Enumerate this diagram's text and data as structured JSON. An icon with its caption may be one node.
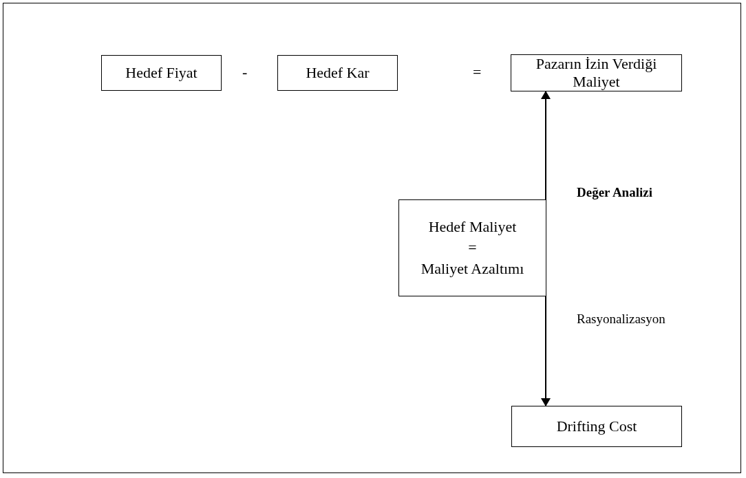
{
  "diagram": {
    "nodes": [
      {
        "text": [
          "Hedef Fiyat"
        ]
      },
      {
        "text": [
          "Hedef Kar"
        ]
      },
      {
        "text": [
          "Pazarın İzin Verdiği Maliyet"
        ]
      },
      {
        "text": [
          "Hedef Maliyet",
          "=",
          "Maliyet Azaltımı"
        ]
      },
      {
        "text": [
          "Drifting Cost"
        ]
      }
    ],
    "edges": [
      {
        "from": 3,
        "to": 2,
        "arrow": "to",
        "label": "Değer Analizi"
      },
      {
        "from": 3,
        "to": 4,
        "arrow": "to",
        "label": "Rasyonalizasyon"
      }
    ],
    "labels": [
      "-",
      "="
    ]
  }
}
